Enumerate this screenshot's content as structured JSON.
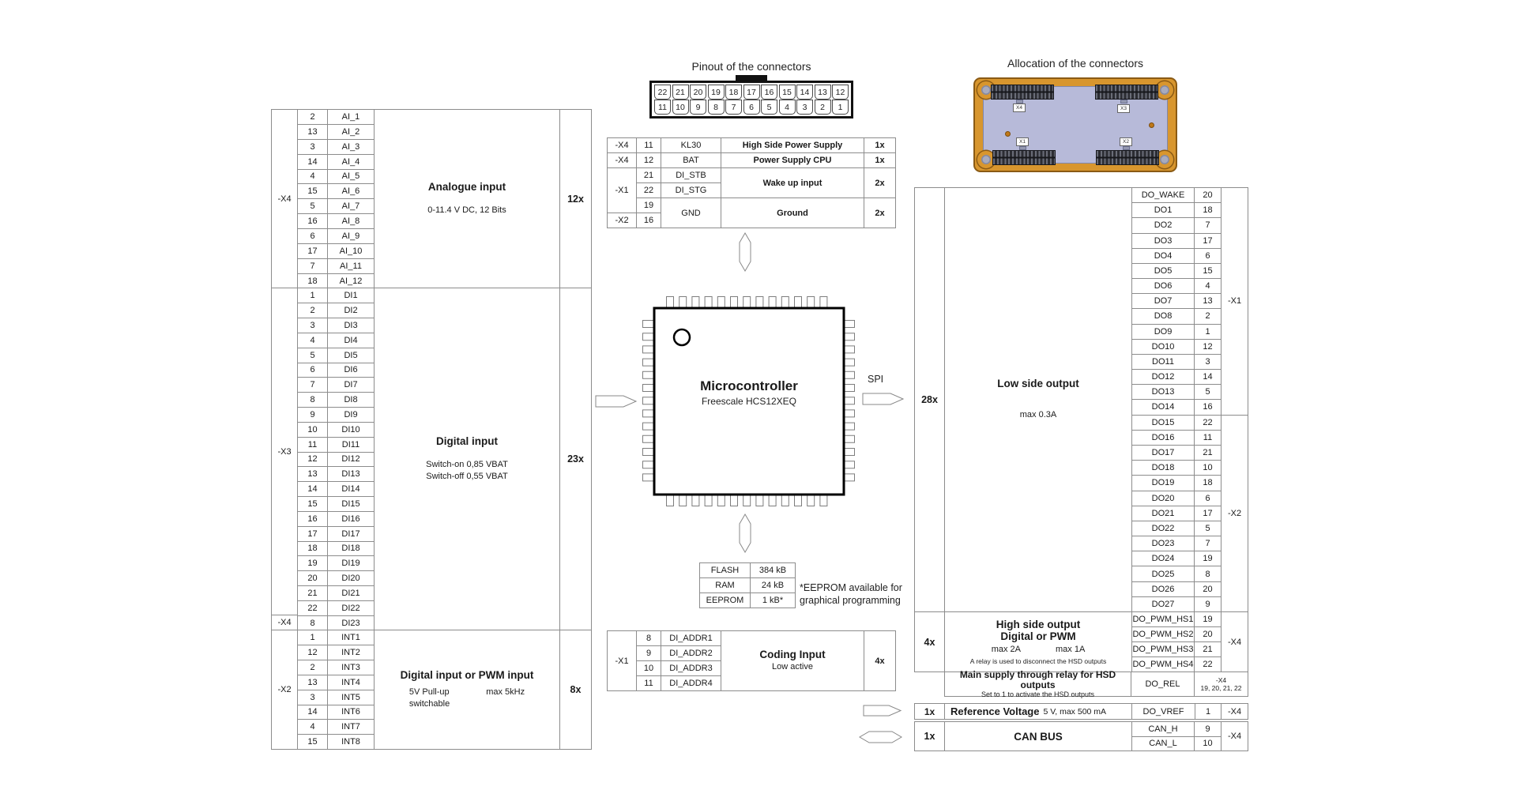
{
  "colors": {
    "accent_orange": "#d8962e",
    "board_lavender": "#b7bad9",
    "line_gray": "#8c8c8c"
  },
  "titles": {
    "pinout": "Pinout of the connectors",
    "allocation": "Allocation of the connectors"
  },
  "pinout": {
    "top_row": [
      "22",
      "21",
      "20",
      "19",
      "18",
      "17",
      "16",
      "15",
      "14",
      "13",
      "12"
    ],
    "bottom_row": [
      "11",
      "10",
      "9",
      "8",
      "7",
      "6",
      "5",
      "4",
      "3",
      "2",
      "1"
    ]
  },
  "left_table": {
    "ai": {
      "connector": "-X4",
      "count": "12x",
      "title": "Analogue input",
      "subtitle": "0-11.4 V DC, 12 Bits",
      "rows": [
        {
          "pin": "2",
          "signal": "AI_1"
        },
        {
          "pin": "13",
          "signal": "AI_2"
        },
        {
          "pin": "3",
          "signal": "AI_3"
        },
        {
          "pin": "14",
          "signal": "AI_4"
        },
        {
          "pin": "4",
          "signal": "AI_5"
        },
        {
          "pin": "15",
          "signal": "AI_6"
        },
        {
          "pin": "5",
          "signal": "AI_7"
        },
        {
          "pin": "16",
          "signal": "AI_8"
        },
        {
          "pin": "6",
          "signal": "AI_9"
        },
        {
          "pin": "17",
          "signal": "AI_10"
        },
        {
          "pin": "7",
          "signal": "AI_11"
        },
        {
          "pin": "18",
          "signal": "AI_12"
        }
      ]
    },
    "di": {
      "connector_main": "-X3",
      "connector_last": "-X4",
      "count": "23x",
      "title": "Digital input",
      "sub1": "Switch-on 0,85 VBAT",
      "sub2": "Switch-off 0,55 VBAT",
      "rows": [
        {
          "pin": "1",
          "signal": "DI1"
        },
        {
          "pin": "2",
          "signal": "DI2"
        },
        {
          "pin": "3",
          "signal": "DI3"
        },
        {
          "pin": "4",
          "signal": "DI4"
        },
        {
          "pin": "5",
          "signal": "DI5"
        },
        {
          "pin": "6",
          "signal": "DI6"
        },
        {
          "pin": "7",
          "signal": "DI7"
        },
        {
          "pin": "8",
          "signal": "DI8"
        },
        {
          "pin": "9",
          "signal": "DI9"
        },
        {
          "pin": "10",
          "signal": "DI10"
        },
        {
          "pin": "11",
          "signal": "DI11"
        },
        {
          "pin": "12",
          "signal": "DI12"
        },
        {
          "pin": "13",
          "signal": "DI13"
        },
        {
          "pin": "14",
          "signal": "DI14"
        },
        {
          "pin": "15",
          "signal": "DI15"
        },
        {
          "pin": "16",
          "signal": "DI16"
        },
        {
          "pin": "17",
          "signal": "DI17"
        },
        {
          "pin": "18",
          "signal": "DI18"
        },
        {
          "pin": "19",
          "signal": "DI19"
        },
        {
          "pin": "20",
          "signal": "DI20"
        },
        {
          "pin": "21",
          "signal": "DI21"
        },
        {
          "pin": "22",
          "signal": "DI22"
        },
        {
          "pin": "8",
          "signal": "DI23"
        }
      ]
    },
    "int": {
      "connector": "-X2",
      "count": "8x",
      "title": "Digital input or PWM input",
      "sub_left1": "5V Pull-up",
      "sub_left2": "switchable",
      "sub_right": "max 5kHz",
      "rows": [
        {
          "pin": "1",
          "signal": "INT1"
        },
        {
          "pin": "12",
          "signal": "INT2"
        },
        {
          "pin": "2",
          "signal": "INT3"
        },
        {
          "pin": "13",
          "signal": "INT4"
        },
        {
          "pin": "3",
          "signal": "INT5"
        },
        {
          "pin": "14",
          "signal": "INT6"
        },
        {
          "pin": "4",
          "signal": "INT7"
        },
        {
          "pin": "15",
          "signal": "INT8"
        }
      ]
    }
  },
  "power_table": {
    "row1": {
      "connector": "-X4",
      "pin": "11",
      "signal": "KL30",
      "desc": "High Side Power Supply",
      "count": "1x"
    },
    "row2": {
      "connector": "-X4",
      "pin": "12",
      "signal": "BAT",
      "desc": "Power Supply CPU",
      "count": "1x"
    },
    "wake": {
      "connector": "-X1",
      "pin1": "21",
      "signal1": "DI_STB",
      "pin2": "22",
      "signal2": "DI_STG",
      "desc": "Wake up input",
      "count": "2x"
    },
    "ground": {
      "pin1": "19",
      "connector2": "-X2",
      "pin2": "16",
      "signal": "GND",
      "desc": "Ground",
      "count": "2x"
    }
  },
  "microcontroller": {
    "title": "Microcontroller",
    "subtitle": "Freescale HCS12XEQ",
    "spi_label": "SPI"
  },
  "memory": {
    "flash": {
      "label": "FLASH",
      "value": "384 kB"
    },
    "ram": {
      "label": "RAM",
      "value": "24 kB"
    },
    "eeprom": {
      "label": "EEPROM",
      "value": "1 kB*"
    },
    "note1": "*EEPROM available for",
    "note2": "graphical programming"
  },
  "coding": {
    "connector": "-X1",
    "count": "4x",
    "title": "Coding Input",
    "subtitle": "Low active",
    "first": {
      "pin": "8",
      "signal": "DI_ADDR1"
    },
    "rest": [
      {
        "pin": "9",
        "signal": "DI_ADDR2"
      },
      {
        "pin": "10",
        "signal": "DI_ADDR3"
      },
      {
        "pin": "11",
        "signal": "DI_ADDR4"
      }
    ]
  },
  "pcb": {
    "labels": {
      "x4": "X4",
      "x3": "X3",
      "x1": "X1",
      "x2": "X2"
    }
  },
  "right_table": {
    "low_side": {
      "count": "28x",
      "title": "Low side output",
      "subtitle": "max 0.3A",
      "x1_label": "-X1",
      "x2_label": "-X2",
      "x1_rows": [
        {
          "signal": "DO_WAKE",
          "pin": "20"
        },
        {
          "signal": "DO1",
          "pin": "18"
        },
        {
          "signal": "DO2",
          "pin": "7"
        },
        {
          "signal": "DO3",
          "pin": "17"
        },
        {
          "signal": "DO4",
          "pin": "6"
        },
        {
          "signal": "DO5",
          "pin": "15"
        },
        {
          "signal": "DO6",
          "pin": "4"
        },
        {
          "signal": "DO7",
          "pin": "13"
        },
        {
          "signal": "DO8",
          "pin": "2"
        },
        {
          "signal": "DO9",
          "pin": "1"
        },
        {
          "signal": "DO10",
          "pin": "12"
        },
        {
          "signal": "DO11",
          "pin": "3"
        },
        {
          "signal": "DO12",
          "pin": "14"
        },
        {
          "signal": "DO13",
          "pin": "5"
        },
        {
          "signal": "DO14",
          "pin": "16"
        }
      ],
      "x2_rows": [
        {
          "signal": "DO15",
          "pin": "22"
        },
        {
          "signal": "DO16",
          "pin": "11"
        },
        {
          "signal": "DO17",
          "pin": "21"
        },
        {
          "signal": "DO18",
          "pin": "10"
        },
        {
          "signal": "DO19",
          "pin": "18"
        },
        {
          "signal": "DO20",
          "pin": "6"
        },
        {
          "signal": "DO21",
          "pin": "17"
        },
        {
          "signal": "DO22",
          "pin": "5"
        },
        {
          "signal": "DO23",
          "pin": "7"
        },
        {
          "signal": "DO24",
          "pin": "19"
        },
        {
          "signal": "DO25",
          "pin": "8"
        },
        {
          "signal": "DO26",
          "pin": "20"
        },
        {
          "signal": "DO27",
          "pin": "9"
        }
      ]
    },
    "high_side": {
      "count": "4x",
      "title1": "High side output",
      "title2": "Digital or PWM",
      "max1": "max 2A",
      "max2": "max 1A",
      "note": "A relay is used to disconnect  the HSD outputs",
      "connector": "-X4",
      "rows": [
        {
          "signal": "DO_PWM_HS1",
          "pin": "19"
        },
        {
          "signal": "DO_PWM_HS2",
          "pin": "20"
        },
        {
          "signal": "DO_PWM_HS3",
          "pin": "21"
        },
        {
          "signal": "DO_PWM_HS4",
          "pin": "22"
        }
      ]
    },
    "relay": {
      "desc1": "Main supply through relay for HSD outputs",
      "desc2": "Set to 1 to activate the HSD outputs",
      "signal": "DO_REL",
      "connector": "-X4",
      "pins": "19, 20, 21, 22"
    },
    "vref": {
      "count": "1x",
      "title": "Reference Voltage",
      "spec": "5 V, max 500 mA",
      "signal": "DO_VREF",
      "pin": "1",
      "connector": "-X4"
    },
    "can": {
      "count": "1x",
      "title": "CAN BUS",
      "connector": "-X4",
      "rows": [
        {
          "signal": "CAN_H",
          "pin": "9"
        },
        {
          "signal": "CAN_L",
          "pin": "10"
        }
      ]
    }
  }
}
